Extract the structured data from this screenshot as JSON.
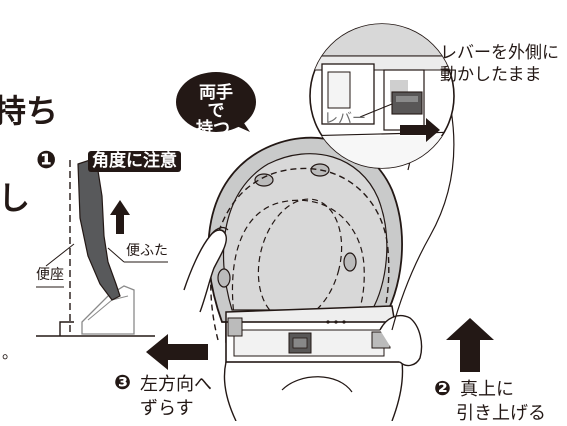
{
  "left_partial": {
    "char1": "持ち",
    "char2": "し",
    "char3": "。"
  },
  "step1": {
    "number": "❶",
    "badge": "角度に注意"
  },
  "labels": {
    "seat": "便座",
    "lid": "便ふた",
    "lever": "レバー"
  },
  "callout": {
    "both_hands": [
      "両手で",
      "持つこと"
    ]
  },
  "inset_note": [
    "レバーを外側に",
    "動かしたまま"
  ],
  "step2": {
    "number": "❷",
    "lines": [
      "真上に",
      "引き上げる"
    ]
  },
  "step3": {
    "number": "❸",
    "lines": [
      "左方向へ",
      "ずらす"
    ]
  }
}
